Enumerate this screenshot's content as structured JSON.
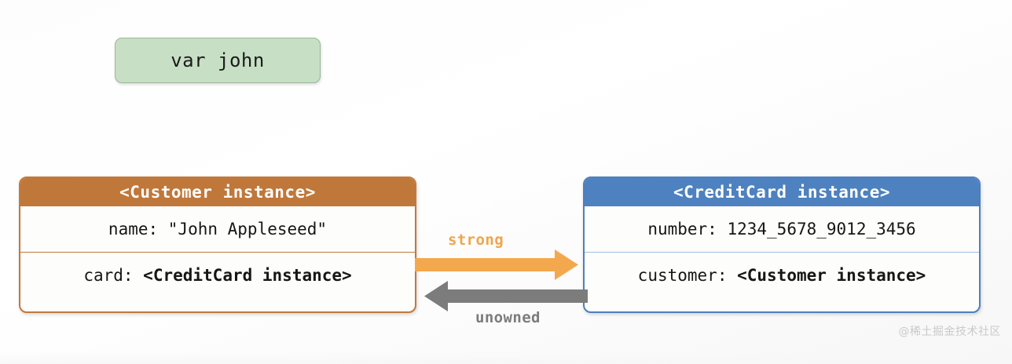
{
  "diagram": {
    "type": "object-reference-diagram",
    "variable_box": {
      "label": "var john",
      "fill_color": "#c7dfc4",
      "border_color": "#9bb79a"
    },
    "instances": [
      {
        "id": "customer",
        "header": "<Customer instance>",
        "header_color": "#c0773a",
        "border_color": "#c2793d",
        "rows": [
          {
            "text": "name: \"John Appleseed\"",
            "bold": false
          },
          {
            "text": "card: ",
            "ref": "<CreditCard instance>",
            "bold": true
          }
        ]
      },
      {
        "id": "creditcard",
        "header": "<CreditCard instance>",
        "header_color": "#4e81bf",
        "border_color": "#4e7fbe",
        "rows": [
          {
            "text": "number: 1234_5678_9012_3456",
            "bold": false
          },
          {
            "text": "customer: ",
            "ref": "<Customer instance>",
            "bold": true
          }
        ]
      }
    ],
    "arrows": [
      {
        "id": "strong",
        "label": "strong",
        "color": "#f4a84d",
        "direction": "right",
        "from": "customer",
        "to": "creditcard"
      },
      {
        "id": "unowned",
        "label": "unowned",
        "color": "#7c7c7c",
        "direction": "left",
        "from": "creditcard",
        "to": "customer"
      }
    ]
  },
  "watermark": "@稀土掘金技术社区"
}
